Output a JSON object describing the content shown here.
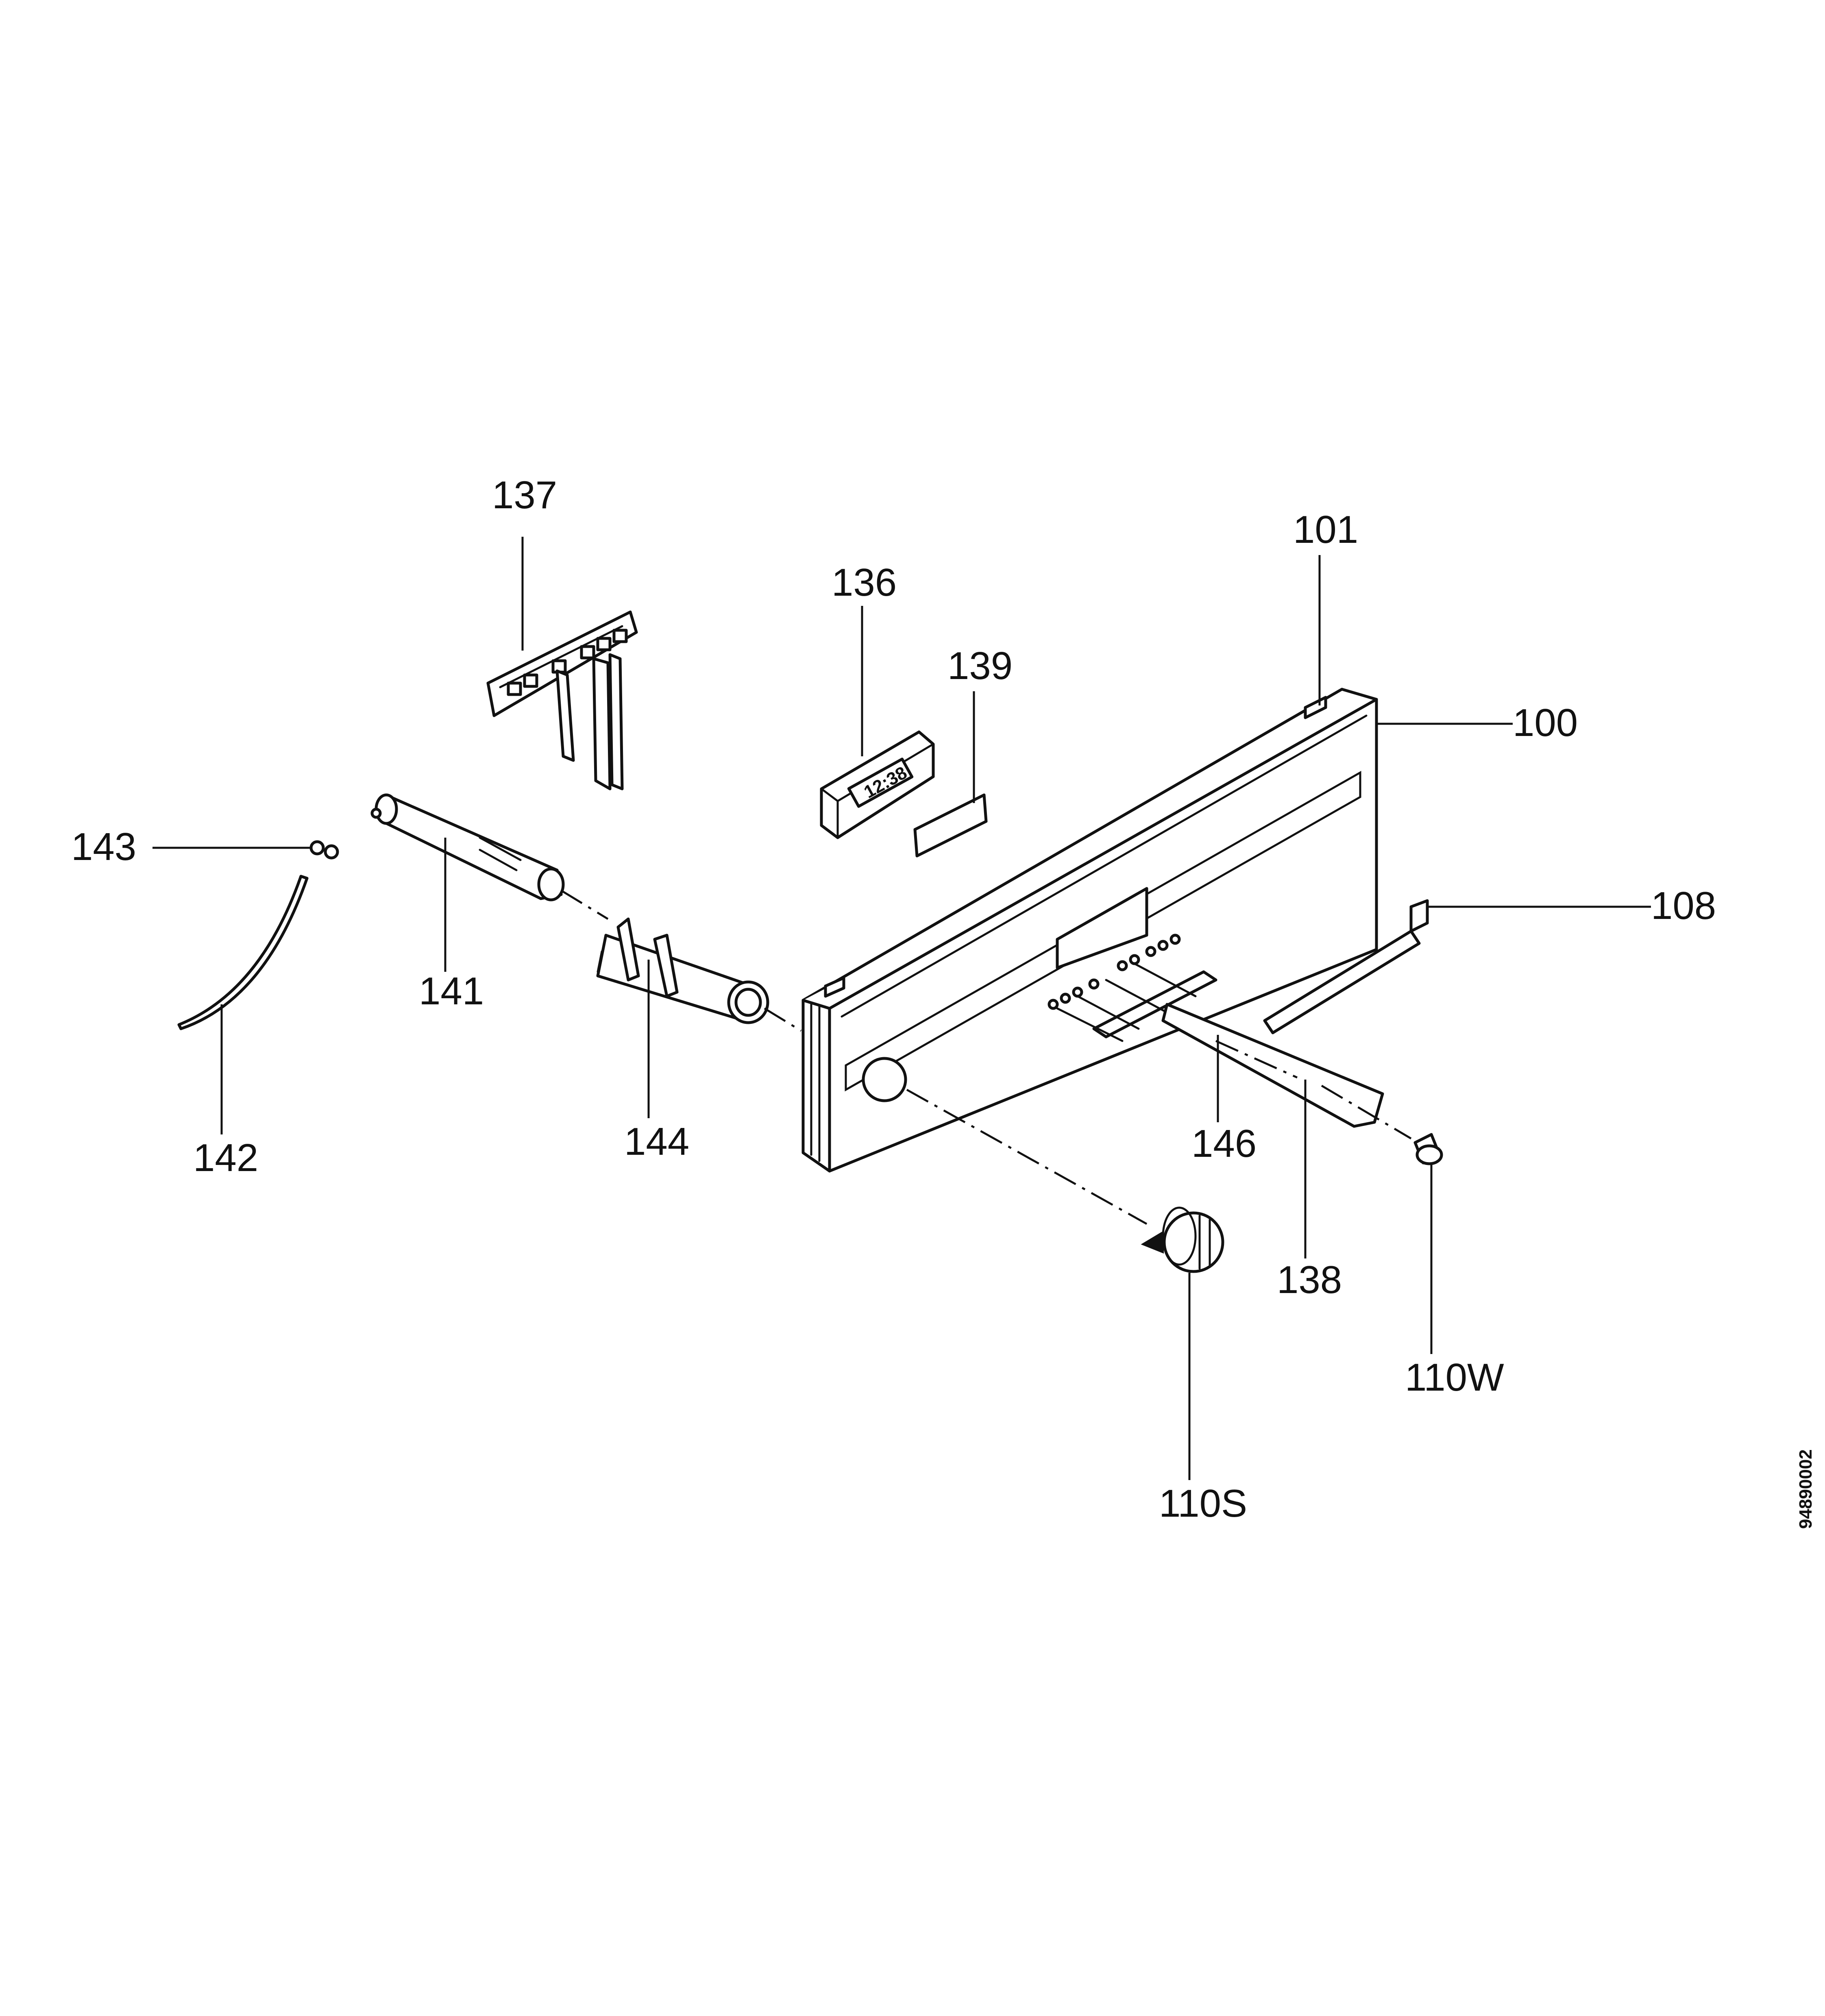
{
  "labels": {
    "p100": "100",
    "p101": "101",
    "p108": "108",
    "p110S": "110S",
    "p110W": "110W",
    "p136": "136",
    "p137": "137",
    "p138": "138",
    "p139": "139",
    "p141": "141",
    "p142": "142",
    "p143": "143",
    "p144": "144",
    "p146": "146"
  },
  "drawing_number": "94890002",
  "display_readout": "12:38"
}
